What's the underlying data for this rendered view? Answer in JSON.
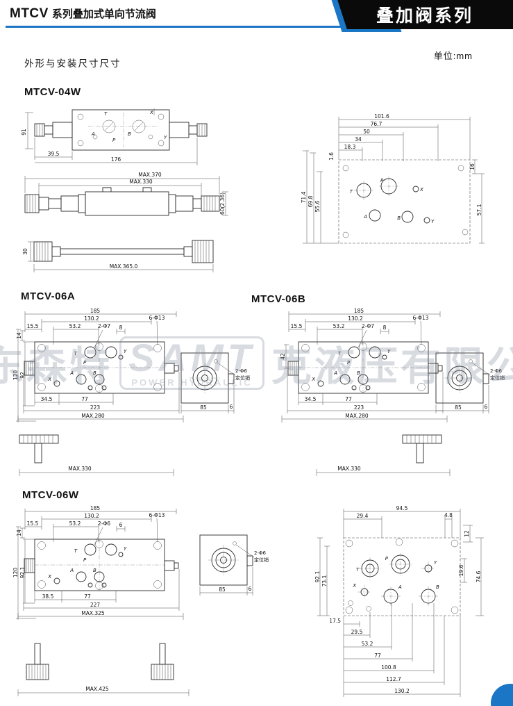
{
  "header": {
    "title_model": "MTCV",
    "title_rest": "系列叠加式单向节流阀",
    "banner": "叠加阀系列",
    "unit": "单位:mm",
    "subtitle": "外形与安装尺寸尺寸"
  },
  "watermark": {
    "company_left": "山东森特",
    "brand": "SAMT",
    "tagline": "POWER HYDRAULIC",
    "company_right": "克液压有限公司"
  },
  "colors": {
    "accent_blue": "#1b76c5",
    "banner_black": "#0a0a0a",
    "line": "#2a2a2a"
  },
  "sections": {
    "s04w": {
      "title": "MTCV-04W",
      "top": {
        "d91": "91",
        "d395": "39.5",
        "d176": "176",
        "pA": "A",
        "pB": "B",
        "pP": "P",
        "pT": "T",
        "pX": "X",
        "pY": "Y"
      },
      "side": {
        "max370": "MAX.370",
        "max330": "MAX.330",
        "d60": "60(2.36)"
      },
      "rod": {
        "d30": "30",
        "max365": "MAX.365.0"
      },
      "mount": {
        "d1016": "101.6",
        "d767": "76.7",
        "d50": "50",
        "d34": "34",
        "d183": "18.3",
        "d16s": "1.6",
        "d714": "71.4",
        "d698": "69.8",
        "d556": "55.6",
        "d16": "16",
        "d571": "57.1",
        "pT": "T",
        "pP": "P",
        "pX": "X",
        "pA": "A",
        "pB": "B",
        "pY": "Y"
      }
    },
    "s06a": {
      "title": "MTCV-06A",
      "main": {
        "d185": "185",
        "d1302": "130.2",
        "d155": "15.5",
        "d532": "53.2",
        "holes2": "2-Φ7",
        "d8": "8",
        "holes6": "6-Φ13",
        "d14": "14",
        "d120": "120",
        "d92": "92",
        "d345": "34.5",
        "d77": "77",
        "d223": "223",
        "max": "MAX.280",
        "pX": "X",
        "pY": "Y",
        "pA": "A",
        "pB": "B",
        "pP": "P",
        "pT": "T"
      },
      "side": {
        "d85": "85",
        "d6": "6",
        "pin": "2-Φ6",
        "pin2": "定位销"
      },
      "handle": {
        "max": "MAX.330"
      }
    },
    "s06b": {
      "title": "MTCV-06B",
      "main": {
        "d185": "185",
        "d1302": "130.2",
        "d155": "15.5",
        "d532": "53.2",
        "holes2": "2-Φ7",
        "d8": "8",
        "holes6": "6-Φ13",
        "d42": "42",
        "d345": "34.5",
        "d77": "77",
        "d223": "223",
        "max": "MAX.280",
        "pX": "X",
        "pY": "Y",
        "pA": "A",
        "pB": "B",
        "pP": "P",
        "pT": "T"
      },
      "side": {
        "d85": "85",
        "d6": "6",
        "pin": "2-Φ6",
        "pin2": "定位销"
      },
      "handle": {
        "max": "MAX.330"
      }
    },
    "s06w": {
      "title": "MTCV-06W",
      "main": {
        "d185": "185",
        "d1302": "130.2",
        "d155": "15.5",
        "d532": "53.2",
        "holes2": "2-Φ6",
        "d6s": "6",
        "holes6": "6-Φ13",
        "d14": "14",
        "d120": "120",
        "d921": "92.1",
        "d385": "38.5",
        "d77": "77",
        "d227": "227",
        "max": "MAX.325",
        "pX": "X",
        "pY": "Y",
        "pA": "A",
        "pB": "B",
        "pP": "P",
        "pT": "T"
      },
      "side": {
        "d85": "85",
        "d6": "6",
        "pin": "2-Φ6",
        "pin2": "定位销"
      },
      "handle": {
        "max": "MAX.425"
      },
      "mount": {
        "d945": "94.5",
        "d294": "29.4",
        "d48": "4.8",
        "d12": "12",
        "d921": "92.1",
        "d731": "73.1",
        "d196": "19.6",
        "d746": "74.6",
        "d175": "17.5",
        "d295": "29.5",
        "d532": "53.2",
        "d77": "77",
        "d1008": "100.8",
        "d1127": "112.7",
        "d1302": "130.2",
        "pT": "T",
        "pP": "P",
        "pY": "Y",
        "pX": "X",
        "pA": "A",
        "pB": "B"
      }
    }
  }
}
